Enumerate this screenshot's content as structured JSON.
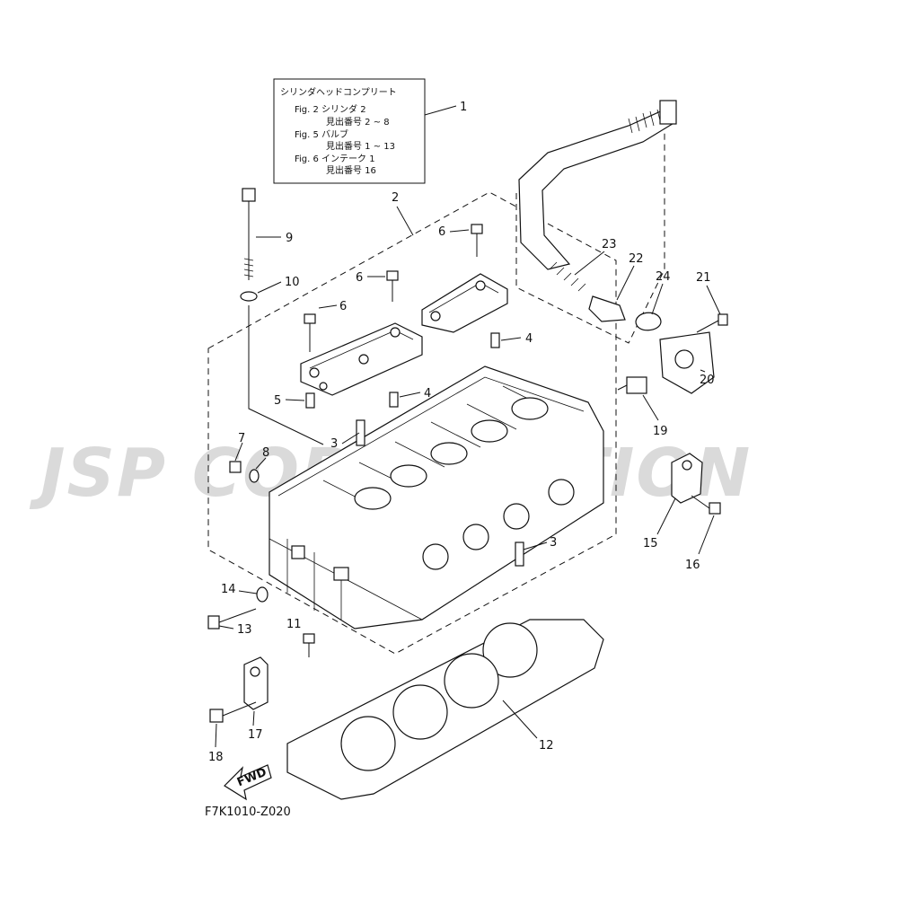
{
  "info_box": {
    "title": "シリンダヘッドコンプリート",
    "lines": [
      {
        "ref": "Fig. 2 シリンダ 2",
        "sub": "見出番号 2 ~ 8"
      },
      {
        "ref": "Fig. 5 バルブ",
        "sub": "見出番号 1 ~ 13"
      },
      {
        "ref": "Fig. 6 インテーク 1",
        "sub": "見出番号 16"
      }
    ]
  },
  "callouts": [
    "1",
    "2",
    "3",
    "3",
    "4",
    "4",
    "5",
    "6",
    "6",
    "6",
    "7",
    "8",
    "9",
    "10",
    "11",
    "12",
    "13",
    "14",
    "15",
    "16",
    "17",
    "18",
    "19",
    "20",
    "21",
    "22",
    "23",
    "24"
  ],
  "fwd_label": "FWD",
  "watermark": "JSP CORPORATION",
  "diagram_code": "F7K1010-Z020"
}
